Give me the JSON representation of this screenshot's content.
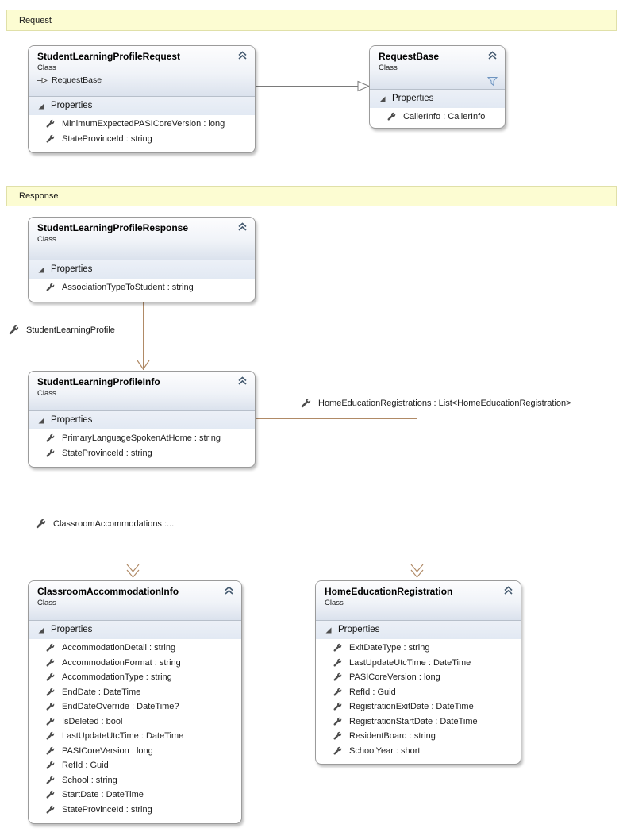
{
  "comments": {
    "request": {
      "label": "Request"
    },
    "response": {
      "label": "Response"
    }
  },
  "classes": {
    "slpRequest": {
      "title": "StudentLearningProfileRequest",
      "kind": "Class",
      "base": "RequestBase",
      "section": "Properties",
      "properties": [
        "MinimumExpectedPASICoreVersion : long",
        "StateProvinceId : string"
      ]
    },
    "requestBase": {
      "title": "RequestBase",
      "kind": "Class",
      "section": "Properties",
      "properties": [
        "CallerInfo : CallerInfo"
      ]
    },
    "slpResponse": {
      "title": "StudentLearningProfileResponse",
      "kind": "Class",
      "section": "Properties",
      "properties": [
        "AssociationTypeToStudent : string"
      ]
    },
    "slpInfo": {
      "title": "StudentLearningProfileInfo",
      "kind": "Class",
      "section": "Properties",
      "properties": [
        "PrimaryLanguageSpokenAtHome : string",
        "StateProvinceId : string"
      ]
    },
    "classroomInfo": {
      "title": "ClassroomAccommodationInfo",
      "kind": "Class",
      "section": "Properties",
      "properties": [
        "AccommodationDetail : string",
        "AccommodationFormat : string",
        "AccommodationType : string",
        "EndDate : DateTime",
        "EndDateOverride : DateTime?",
        "IsDeleted : bool",
        "LastUpdateUtcTime : DateTime",
        "PASICoreVersion : long",
        "RefId : Guid",
        "School : string",
        "StartDate : DateTime",
        "StateProvinceId : string"
      ]
    },
    "homeEdReg": {
      "title": "HomeEducationRegistration",
      "kind": "Class",
      "section": "Properties",
      "properties": [
        "ExitDateType : string",
        "LastUpdateUtcTime : DateTime",
        "PASICoreVersion : long",
        "RefId : Guid",
        "RegistrationExitDate : DateTime",
        "RegistrationStartDate : DateTime",
        "ResidentBoard : string",
        "SchoolYear : short"
      ]
    }
  },
  "associations": {
    "studentLearningProfile": {
      "label": "StudentLearningProfile"
    },
    "homeEducationRegistrations": {
      "label": "HomeEducationRegistrations : List<HomeEducationRegistration>"
    },
    "classroomAccommodations": {
      "label": "ClassroomAccommodations :..."
    }
  },
  "icons": {
    "collapse": "chevron-double-up",
    "expander": "filled-corner-triangle",
    "property": "wrench",
    "filter": "funnel",
    "inheritance": "hollow-right-arrow"
  },
  "colors": {
    "comment_fill": "#fcfcd2",
    "comment_border": "#e0e0a8",
    "association_line": "#b08a66",
    "inheritance_line": "#7a7a7a",
    "header_gradient_bottom": "#dbe2ed",
    "section_fill": "#e2e9f3",
    "filter_icon_blue": "#6f94c0",
    "chevron_navy": "#44596f"
  }
}
